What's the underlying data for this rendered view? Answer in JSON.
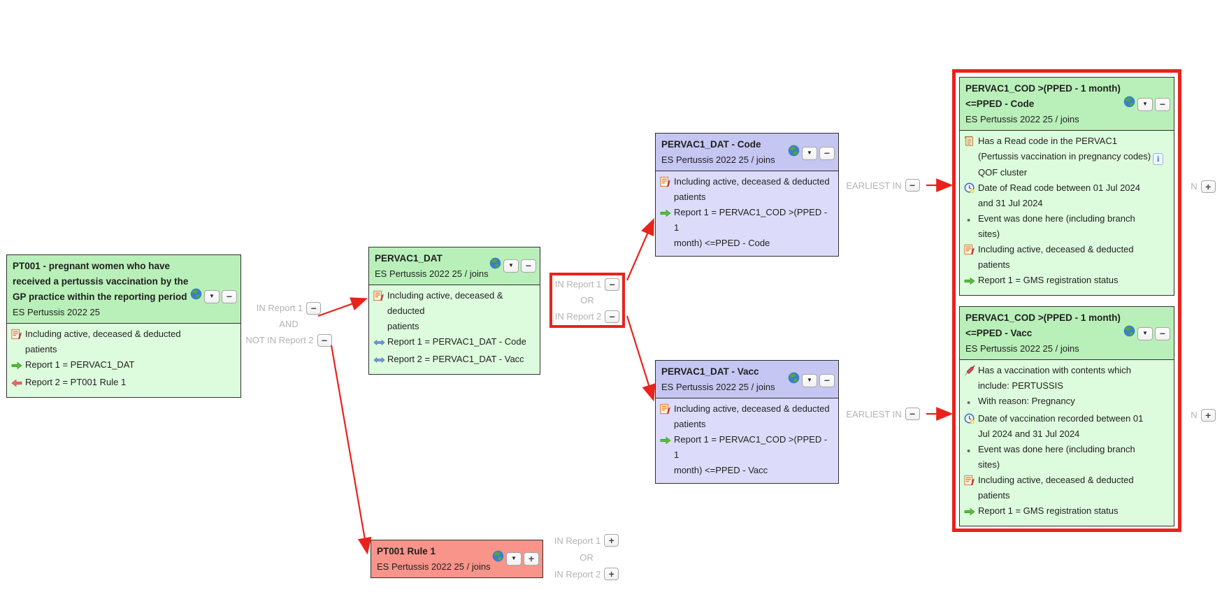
{
  "colors": {
    "green_header": "#b9f0b9",
    "green_body": "#ddfcdd",
    "blue_header": "#c5c6f1",
    "blue_body": "#dcdcfa",
    "red_node": "#f8948a",
    "highlight_red": "#e8231d",
    "connector_text": "#b3b3b3",
    "node_border": "#2f2f2f"
  },
  "icons": {
    "minus": "−",
    "plus": "+",
    "caret": "▼",
    "info": "i",
    "bullet": "•"
  },
  "nodes": {
    "pt001": {
      "title": "PT001 - pregnant women who have\nreceived a pertussis vaccination by the\nGP practice within the reporting period",
      "subtitle": "ES Pertussis 2022 25",
      "collapse": "minus",
      "criteria": [
        {
          "icon": "include-patients-icon",
          "text": "Including active, deceased & deducted\npatients"
        },
        {
          "icon": "report-arrow-right-icon",
          "text": "Report 1 = PERVAC1_DAT"
        },
        {
          "icon": "report-arrow-left-icon",
          "text": "Report 2 = PT001 Rule 1"
        }
      ]
    },
    "dat": {
      "title": "PERVAC1_DAT",
      "subtitle": "ES Pertussis 2022 25 / joins",
      "collapse": "minus",
      "criteria": [
        {
          "icon": "include-patients-icon",
          "text": "Including active, deceased & deducted\npatients"
        },
        {
          "icon": "report-link-icon",
          "text": "Report 1 = PERVAC1_DAT - Code"
        },
        {
          "icon": "report-link-icon",
          "text": "Report 2 = PERVAC1_DAT - Vacc"
        }
      ]
    },
    "dat_code": {
      "title": "PERVAC1_DAT - Code",
      "subtitle": "ES Pertussis 2022 25 / joins",
      "collapse": "minus",
      "criteria": [
        {
          "icon": "include-patients-icon",
          "text": "Including active, deceased & deducted\npatients"
        },
        {
          "icon": "report-arrow-right-icon",
          "text": "Report 1 = PERVAC1_COD >(PPED - 1\nmonth) <=PPED - Code"
        }
      ]
    },
    "dat_vacc": {
      "title": "PERVAC1_DAT - Vacc",
      "subtitle": "ES Pertussis 2022 25 / joins",
      "collapse": "minus",
      "criteria": [
        {
          "icon": "include-patients-icon",
          "text": "Including active, deceased & deducted\npatients"
        },
        {
          "icon": "report-arrow-right-icon",
          "text": "Report 1 = PERVAC1_COD >(PPED - 1\nmonth) <=PPED - Vacc"
        }
      ]
    },
    "cod_code": {
      "title": "PERVAC1_COD >(PPED - 1 month)\n<=PPED - Code",
      "subtitle": "ES Pertussis 2022 25 / joins",
      "collapse": "minus",
      "criteria": [
        {
          "icon": "read-code-icon",
          "text": "Has a Read code in the PERVAC1\n(Pertussis vaccination in pregnancy codes)",
          "info": true,
          "text2": "QOF cluster"
        },
        {
          "icon": "date-icon",
          "text": "Date of Read code between 01 Jul 2024\nand 31 Jul 2024"
        },
        {
          "icon": "bullet-icon",
          "text": "Event was done here (including branch\nsites)"
        },
        {
          "icon": "include-patients-icon",
          "text": "Including active, deceased & deducted\npatients"
        },
        {
          "icon": "report-arrow-right-icon",
          "text": "Report 1 = GMS registration status"
        }
      ]
    },
    "cod_vacc": {
      "title": "PERVAC1_COD >(PPED - 1 month)\n<=PPED - Vacc",
      "subtitle": "ES Pertussis 2022 25 / joins",
      "collapse": "minus",
      "criteria": [
        {
          "icon": "vaccination-icon",
          "text": "Has a vaccination with contents which\ninclude: PERTUSSIS"
        },
        {
          "icon": "bullet-icon",
          "text": "With reason: Pregnancy"
        },
        {
          "icon": "date-icon",
          "text": "Date of vaccination recorded between 01\nJul 2024 and 31 Jul 2024"
        },
        {
          "icon": "bullet-icon",
          "text": "Event was done here (including branch\nsites)"
        },
        {
          "icon": "include-patients-icon",
          "text": "Including active, deceased & deducted\npatients"
        },
        {
          "icon": "report-arrow-right-icon",
          "text": "Report 1 = GMS registration status"
        }
      ]
    },
    "rule1": {
      "title": "PT001 Rule 1",
      "subtitle": "ES Pertussis 2022 25 / joins",
      "collapse": "plus",
      "criteria": []
    }
  },
  "connectors": {
    "c_and": {
      "lines": [
        {
          "label": "IN Report 1",
          "btn": "minus"
        },
        {
          "label": "AND"
        },
        {
          "label": "NOT IN Report 2",
          "btn": "minus"
        }
      ]
    },
    "c_or_mid": {
      "lines": [
        {
          "label": "IN Report 1",
          "btn": "minus"
        },
        {
          "label": "OR"
        },
        {
          "label": "IN Report 2",
          "btn": "minus"
        }
      ]
    },
    "c_earliest_top": {
      "lines": [
        {
          "label": "EARLIEST IN",
          "btn": "minus"
        }
      ]
    },
    "c_earliest_bot": {
      "lines": [
        {
          "label": "EARLIEST IN",
          "btn": "minus"
        }
      ]
    },
    "c_or_rule": {
      "lines": [
        {
          "label": "IN Report 1",
          "btn": "plus"
        },
        {
          "label": "OR"
        },
        {
          "label": "IN Report 2",
          "btn": "plus"
        }
      ]
    },
    "c_clip_top": {
      "lines": [
        {
          "label": "N",
          "btn": "plus"
        }
      ]
    },
    "c_clip_bot": {
      "lines": [
        {
          "label": "N",
          "btn": "plus"
        }
      ]
    }
  }
}
